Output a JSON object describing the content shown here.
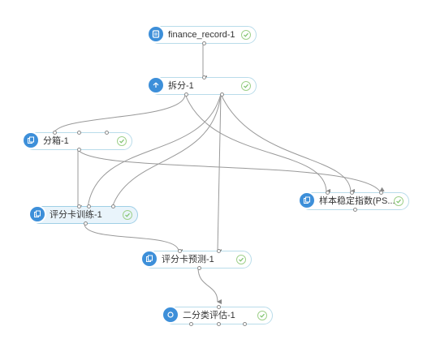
{
  "nodes": {
    "finance_record": {
      "label": "finance_record-1",
      "icon": "table-icon",
      "status": "success"
    },
    "split": {
      "label": "拆分-1",
      "icon": "split-icon",
      "status": "success"
    },
    "binning": {
      "label": "分箱-1",
      "icon": "copy-icon",
      "status": "success"
    },
    "psi": {
      "label": "样本稳定指数(PS...",
      "icon": "copy-icon",
      "status": "success"
    },
    "scorecard_train": {
      "label": "评分卡训练-1",
      "icon": "copy-icon",
      "status": "success"
    },
    "scorecard_predict": {
      "label": "评分卡预测-1",
      "icon": "copy-icon",
      "status": "success"
    },
    "binary_eval": {
      "label": "二分类评估-1",
      "icon": "circle-icon",
      "status": "success"
    }
  },
  "colors": {
    "node_border": "#b9dcea",
    "icon_bg": "#3d8fd9",
    "status_ok": "#7cc26a",
    "edge": "#999999"
  }
}
